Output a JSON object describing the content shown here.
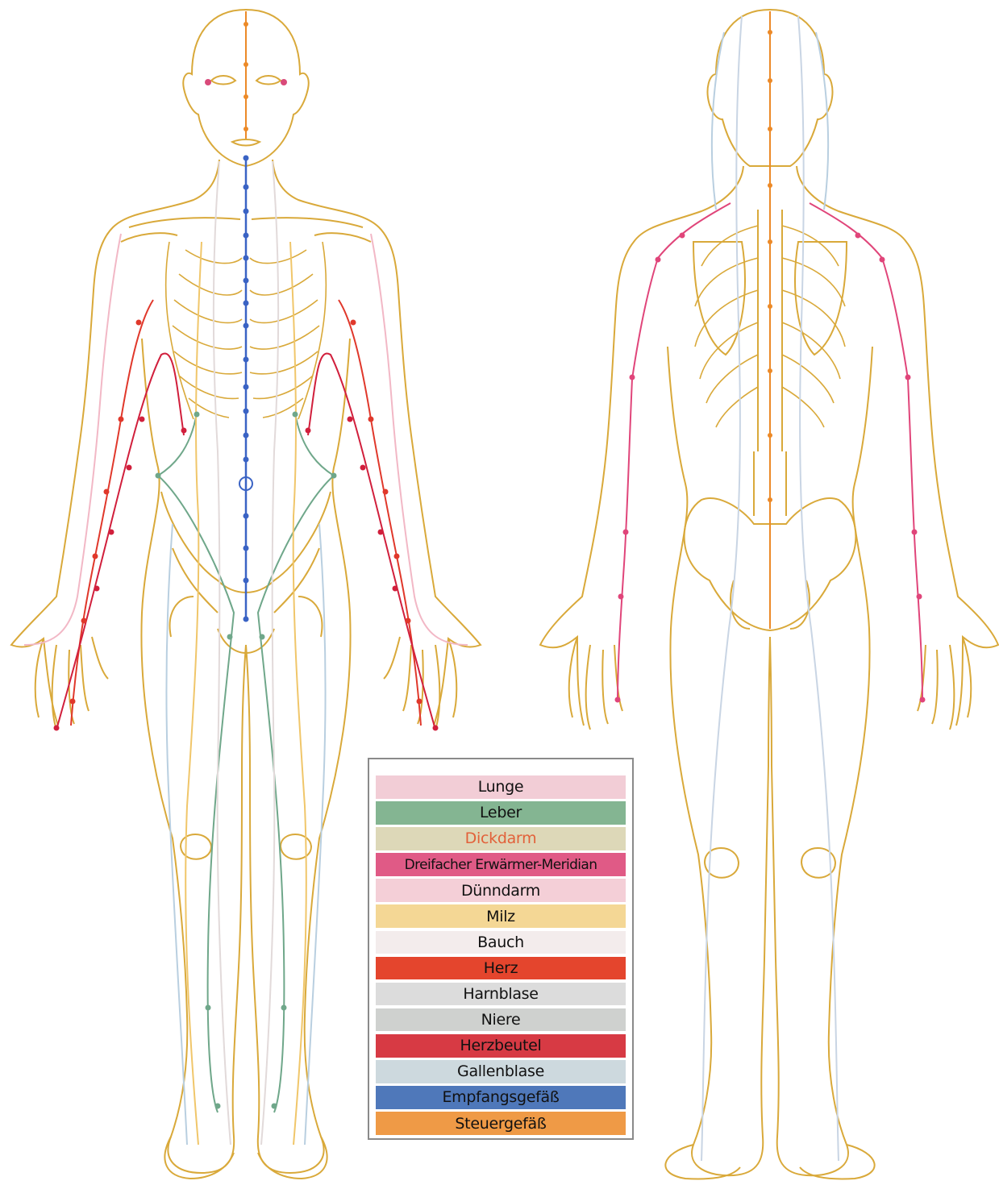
{
  "legend": {
    "items": [
      {
        "label": "Lunge",
        "bg": "#f2cdd6",
        "fg": "#111111"
      },
      {
        "label": "Leber",
        "bg": "#84b592",
        "fg": "#111111"
      },
      {
        "label": "Dickdarm",
        "bg": "#ddd8b8",
        "fg": "#e2613a"
      },
      {
        "label": "Dreifacher Erwärmer-Meridian",
        "bg": "#e05a86",
        "fg": "#111111"
      },
      {
        "label": "Dünndarm",
        "bg": "#f4cfd7",
        "fg": "#111111"
      },
      {
        "label": "Milz",
        "bg": "#f4d795",
        "fg": "#111111"
      },
      {
        "label": "Bauch",
        "bg": "#f3ecec",
        "fg": "#111111"
      },
      {
        "label": "Herz",
        "bg": "#e4452d",
        "fg": "#111111"
      },
      {
        "label": "Harnblase",
        "bg": "#dcdcdc",
        "fg": "#111111"
      },
      {
        "label": "Niere",
        "bg": "#cfd1cf",
        "fg": "#111111"
      },
      {
        "label": "Herzbeutel",
        "bg": "#d73a44",
        "fg": "#111111"
      },
      {
        "label": "Gallenblase",
        "bg": "#cdd9de",
        "fg": "#111111"
      },
      {
        "label": "Empfangsgefäß",
        "bg": "#4f78ba",
        "fg": "#111111"
      },
      {
        "label": "Steuergefäß",
        "bg": "#ef9a46",
        "fg": "#111111"
      }
    ]
  },
  "colors": {
    "body_outline": "#d9a93a",
    "lunge": "#f2b8c6",
    "leber": "#6fa78a",
    "dickdarm": "#e2613a",
    "dreifacher_erwaermer": "#e0457a",
    "duenndarm": "#ecb7c6",
    "milz": "#f0c66a",
    "bauch": "#e9dede",
    "herz": "#e0382b",
    "harnblase": "#c9d5e4",
    "niere": "#c3c9d0",
    "herzbeutel": "#d11f3c",
    "gallenblase": "#b9cfe0",
    "empfangsgefaess": "#3a63c4",
    "steuergefaess": "#ec8a28"
  }
}
